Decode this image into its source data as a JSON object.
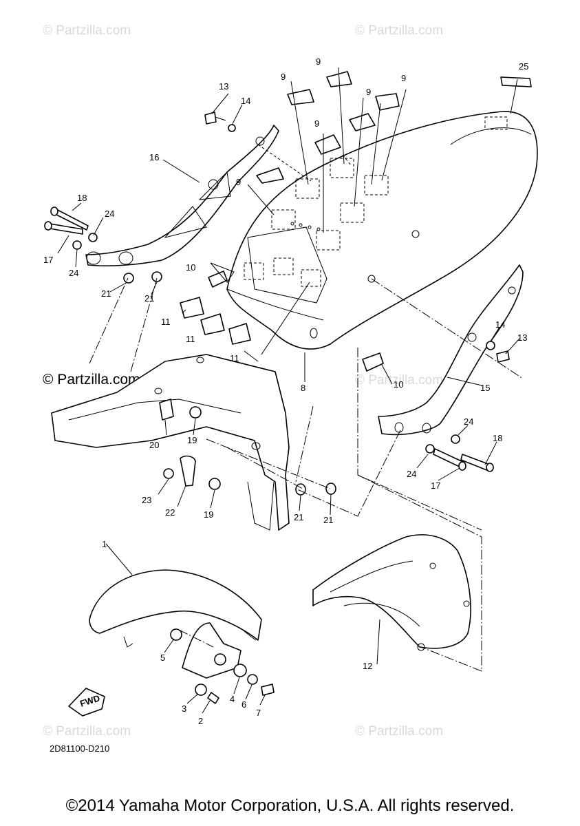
{
  "watermarks": [
    "© Partzilla.com",
    "© Partzilla.com",
    "© Partzilla.com",
    "© Partzilla.com",
    "© Partzilla.com",
    "© Partzilla.com"
  ],
  "diagram_code": "2D81100-D210",
  "fwd_label": "FWD",
  "copyright": "©2014 Yamaha Motor Corporation, U.S.A. All rights reserved.",
  "callouts": {
    "c1": "1",
    "c2": "2",
    "c3": "3",
    "c4": "4",
    "c5": "5",
    "c6": "6",
    "c7": "7",
    "c8": "8",
    "c9a": "9",
    "c9b": "9",
    "c9c": "9",
    "c9d": "9",
    "c9e": "9",
    "c9f": "9",
    "c10a": "10",
    "c10b": "10",
    "c11a": "11",
    "c11b": "11",
    "c11c": "11",
    "c12": "12",
    "c13a": "13",
    "c13b": "13",
    "c14a": "14",
    "c14b": "14",
    "c15": "15",
    "c16": "16",
    "c17a": "17",
    "c17b": "17",
    "c18a": "18",
    "c18b": "18",
    "c19a": "19",
    "c19b": "19",
    "c20": "20",
    "c21a": "21",
    "c21b": "21",
    "c21c": "21",
    "c21d": "21",
    "c22": "22",
    "c23": "23",
    "c24a": "24",
    "c24b": "24",
    "c24c": "24",
    "c24d": "24",
    "c25": "25"
  }
}
